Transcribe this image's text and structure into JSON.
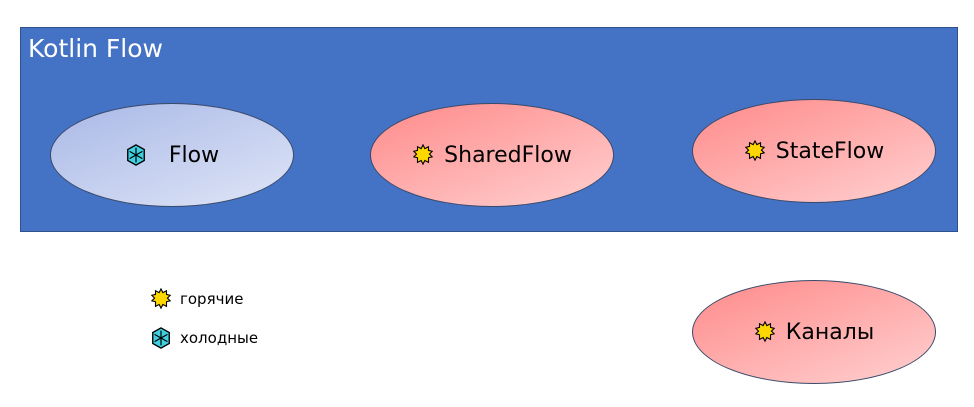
{
  "container": {
    "title": "Kotlin Flow"
  },
  "nodes": [
    {
      "label": "Flow",
      "icon": "snowflake-icon"
    },
    {
      "label": "SharedFlow",
      "icon": "sun-icon"
    },
    {
      "label": "StateFlow",
      "icon": "sun-icon"
    },
    {
      "label": "Каналы",
      "icon": "sun-icon"
    }
  ],
  "legend": [
    {
      "label": "горячие",
      "icon": "sun-icon"
    },
    {
      "label": "холодные",
      "icon": "snowflake-icon"
    }
  ],
  "colors": {
    "container": "#4472C4",
    "hot": "#FF8A8A",
    "cold": "#A9B8E6",
    "sun": "#FFD700",
    "snow": "#40D0E0"
  }
}
